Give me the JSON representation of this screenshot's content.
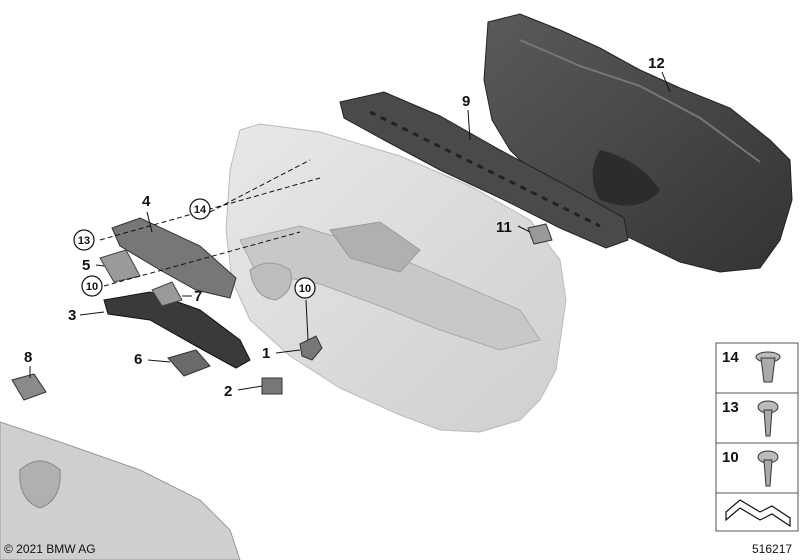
{
  "callouts": {
    "c1": "1",
    "c2": "2",
    "c3": "3",
    "c4": "4",
    "c5": "5",
    "c6": "6",
    "c7": "7",
    "c8": "8",
    "c9": "9",
    "c11": "11",
    "c12": "12",
    "circ10a": "10",
    "circ10b": "10",
    "circ13": "13",
    "circ14": "14"
  },
  "legend": {
    "n14": "14",
    "n13": "13",
    "n10": "10"
  },
  "footer": {
    "copyright": "© 2021 BMW AG",
    "diagram_number": "516217"
  },
  "colors": {
    "door_panel": "#dcdcdc",
    "dark_parts": "#4a4a4a",
    "darkest_parts": "#3a3a3a",
    "small_parts": "#8a8a8a"
  }
}
